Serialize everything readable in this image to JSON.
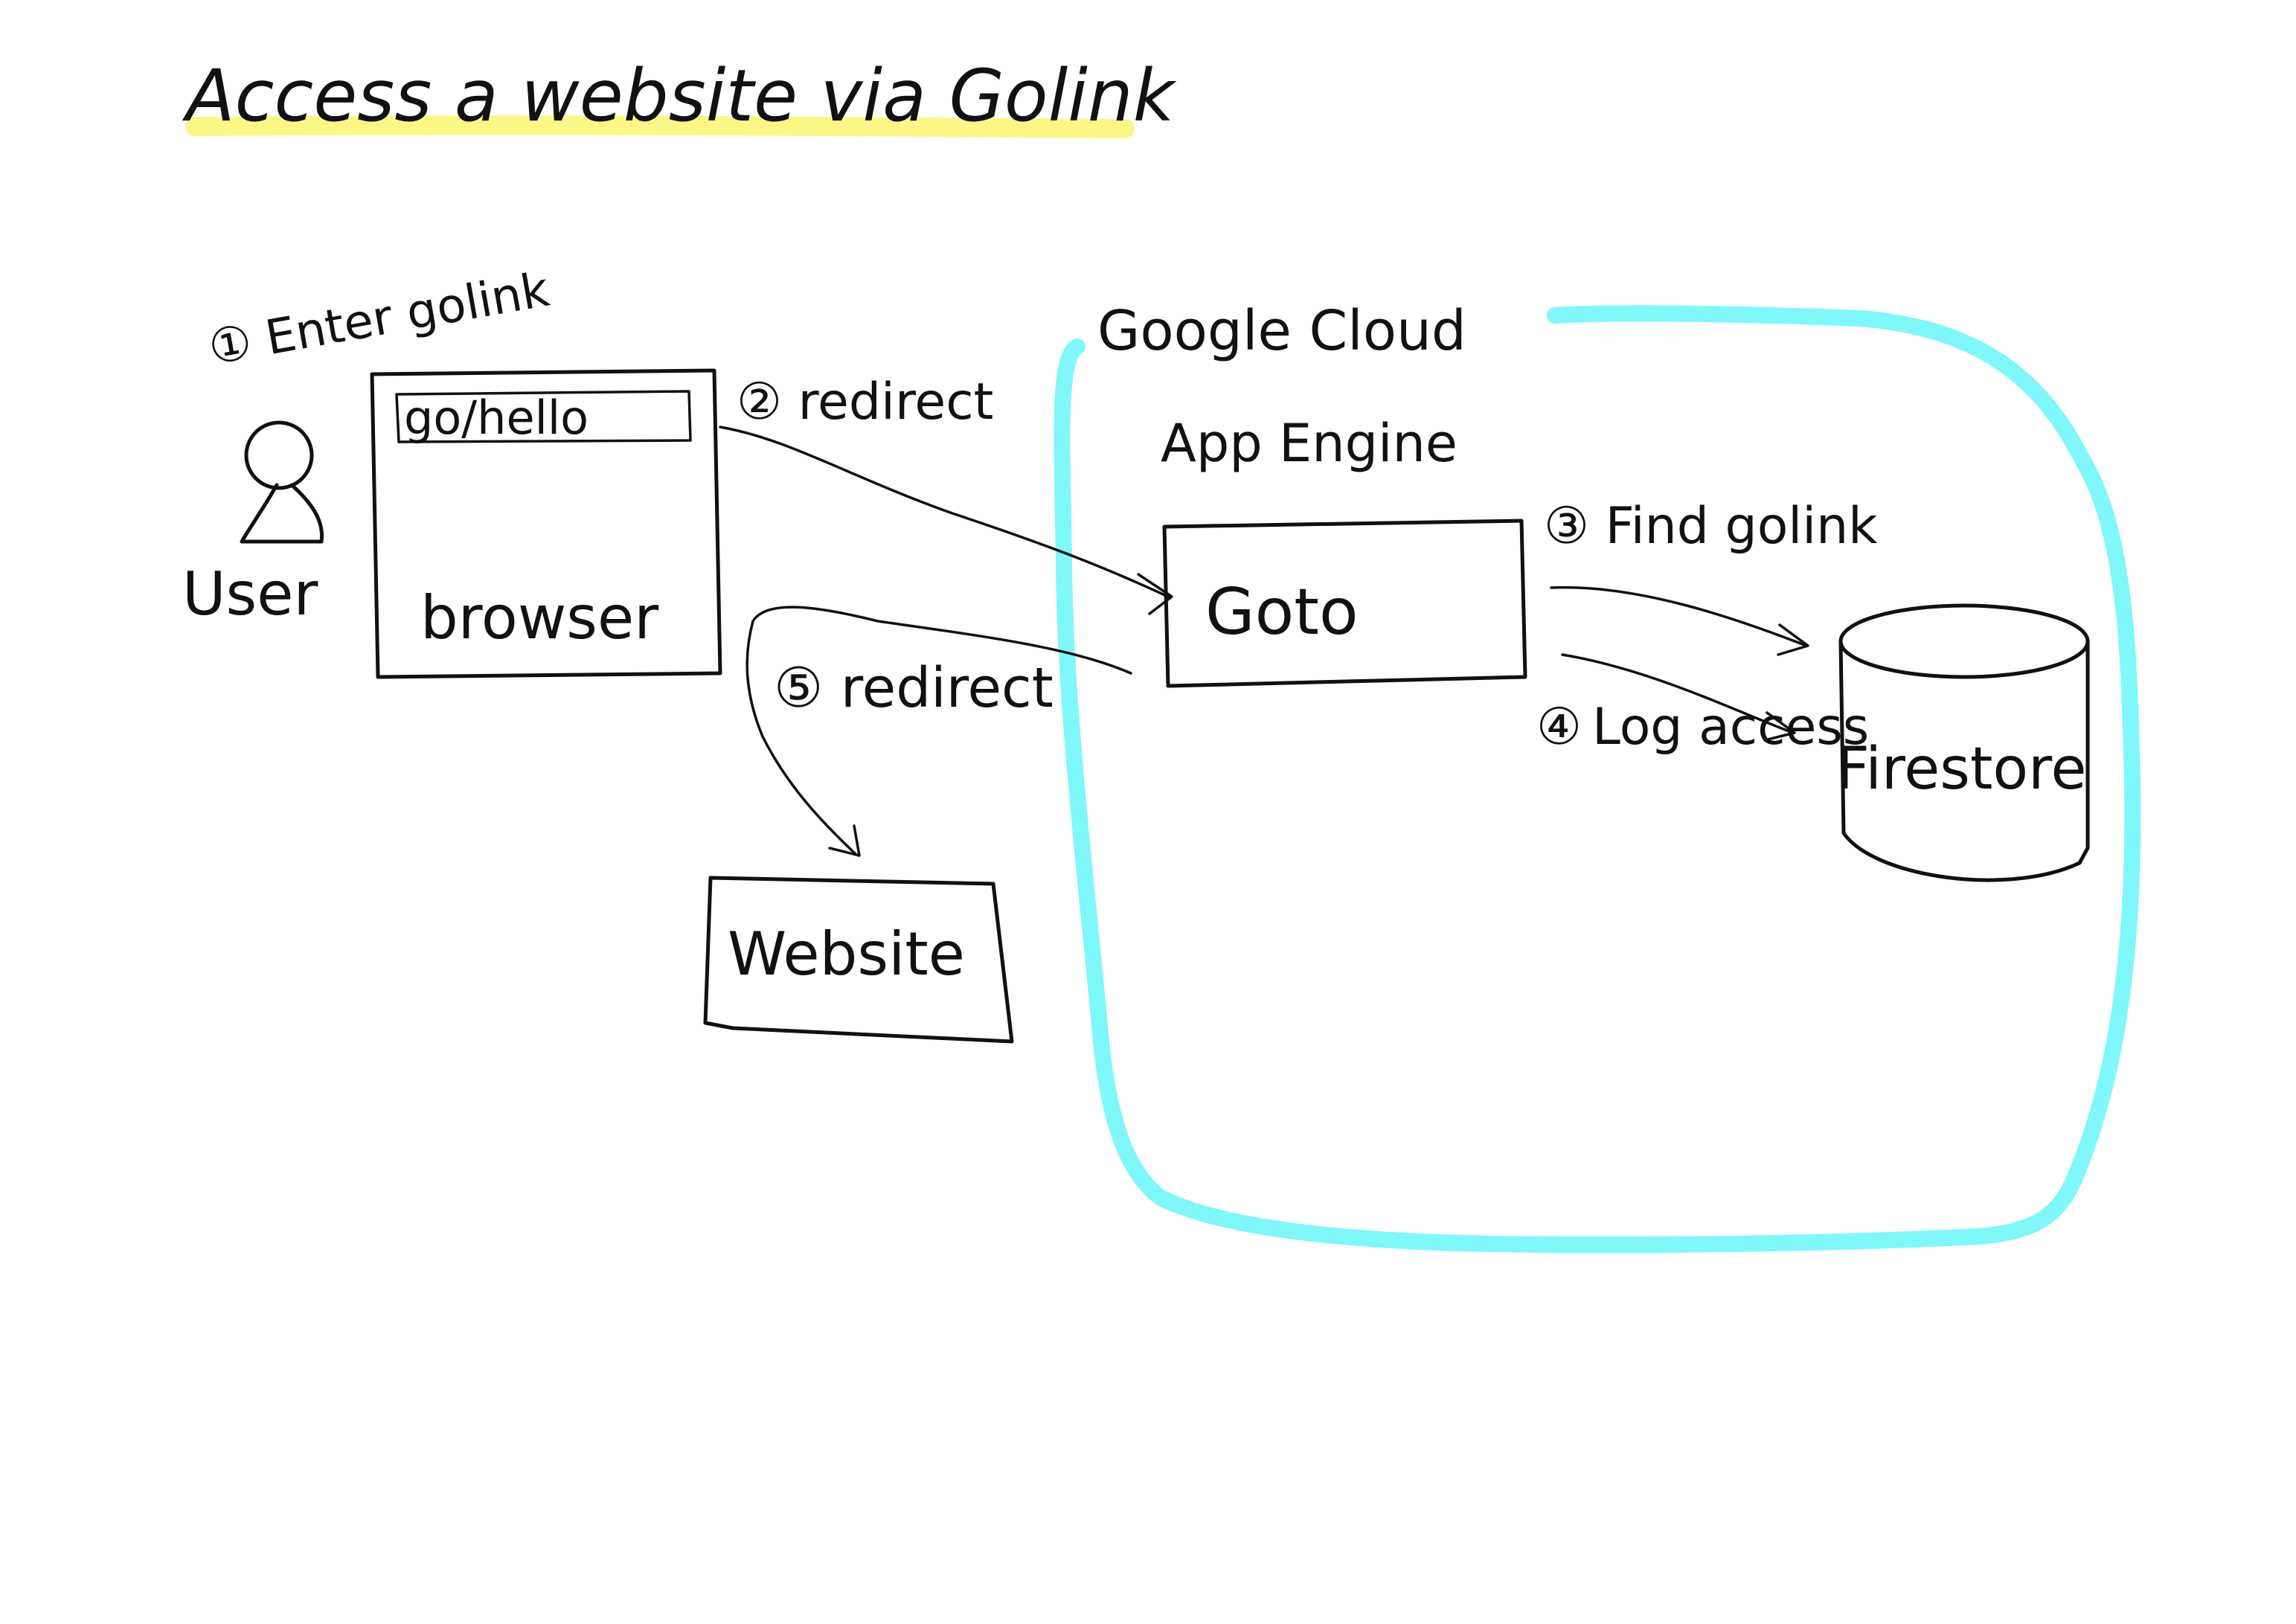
{
  "title": "Access a website via Golink",
  "colors": {
    "ink": "#111111",
    "cloud_outline": "#7ff7fb",
    "title_highlight": "#f8f77a"
  },
  "actor": {
    "label": "User",
    "icon": "person-icon"
  },
  "browser": {
    "label": "browser",
    "address_bar": "go/hello"
  },
  "google_cloud": {
    "label": "Google Cloud",
    "app_engine_label": "App Engine",
    "service_label": "Goto"
  },
  "datastore": {
    "label": "Firestore",
    "icon": "database-cylinder-icon"
  },
  "website": {
    "label": "Website"
  },
  "steps": [
    {
      "number": "①",
      "text": "Enter golink"
    },
    {
      "number": "②",
      "text": "redirect"
    },
    {
      "number": "③",
      "text": "Find golink"
    },
    {
      "number": "④",
      "text": "Log access"
    },
    {
      "number": "⑤",
      "text": "redirect"
    }
  ]
}
